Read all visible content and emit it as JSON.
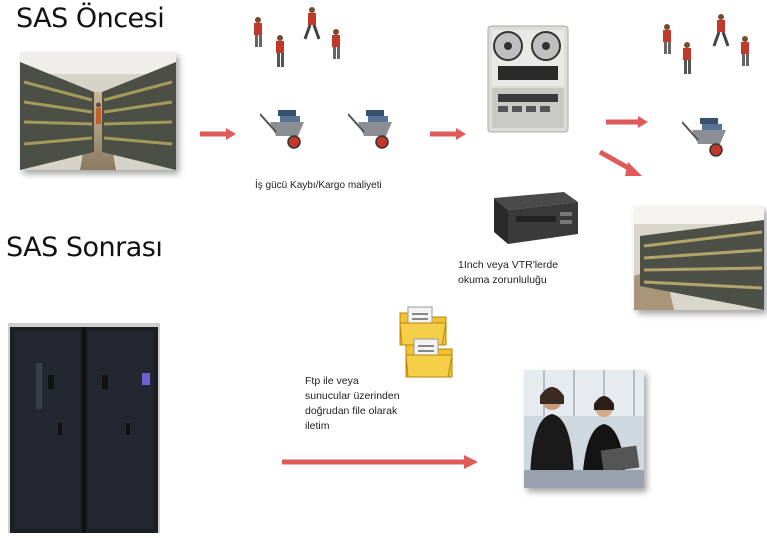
{
  "titles": {
    "before": "SAS Öncesi",
    "after": "SAS Sonrası"
  },
  "captions": {
    "labor": "İş gücü Kaybı/Kargo maliyeti",
    "vtr_line1": "1Inch veya VTR'lerde",
    "vtr_line2": "okuma zorunluluğu",
    "ftp_line1": "Ftp ile veya",
    "ftp_line2": "sunucular üzerinden",
    "ftp_line3": "doğrudan file olarak",
    "ftp_line4": "iletim"
  },
  "colors": {
    "arrow": "#e05a5a",
    "folder": "#f2c230",
    "person_shirt": "#c0392b"
  },
  "icons": [
    "archive-shelves-image",
    "people-icon",
    "wheelbarrow-icon",
    "tape-machine-image",
    "vtr-deck-image",
    "folder-icon",
    "server-rack-image",
    "office-workers-image"
  ]
}
